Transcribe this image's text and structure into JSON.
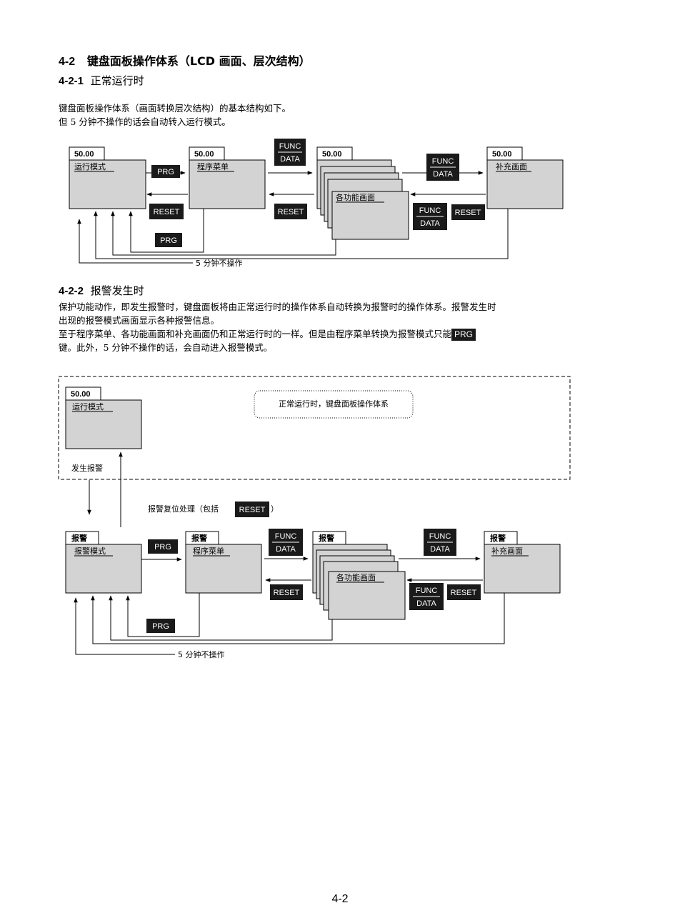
{
  "heading": {
    "h1_num": "4-2",
    "h1_text": "键盘面板操作体系（LCD 画面、层次结构）",
    "h2_num": "4-2-1",
    "h2_text": "正常运行时",
    "h3_num": "4-2-2",
    "h3_text": "报警发生时"
  },
  "para1": {
    "line1": "键盘面板操作体系（画面转换层次结构）的基本结构如下。",
    "line2": "但 5 分钟不操作的话会自动转入运行模式。"
  },
  "para2": {
    "line1": "保护功能动作，即发生报警时，键盘面板将由正常运行时的操作体系自动转换为报警时的操作体系。报警发生时",
    "line2": "出现的报警模式画面显示各种报警信息。",
    "line3a": "至于程序菜单、各功能画面和补充画面仍和正常运行时的一样。但是由程序菜单转换为报警模式只能",
    "line3_key": "PRG",
    "line4": "键。此外，5 分钟不操作的话，会自动进入报警模式。"
  },
  "diagram1": {
    "value": "50.00",
    "run_mode": "运行模式",
    "program_menu": "程序菜单",
    "function_screens": "各功能画面",
    "supplementary": "补充画面",
    "key_prg": "PRG",
    "key_reset": "RESET",
    "key_func": "FUNC",
    "key_data": "DATA",
    "timeout_label": "5 分钟不操作"
  },
  "diagram2": {
    "alarm_tag": "报警",
    "value": "50.00",
    "run_mode": "运行模式",
    "normal_note": "正常运行时，键盘面板操作体系",
    "alarm_occurs": "发生报警",
    "alarm_reset_pre": "报警复位处理（包括",
    "alarm_reset_post": "）",
    "alarm_mode": "报警模式",
    "program_menu": "程序菜单",
    "function_screens": "各功能画面",
    "supplementary": "补充画面",
    "key_prg": "PRG",
    "key_reset": "RESET",
    "key_func": "FUNC",
    "key_data": "DATA",
    "timeout_label": "5 分钟不操作"
  },
  "page_number": "4-2"
}
